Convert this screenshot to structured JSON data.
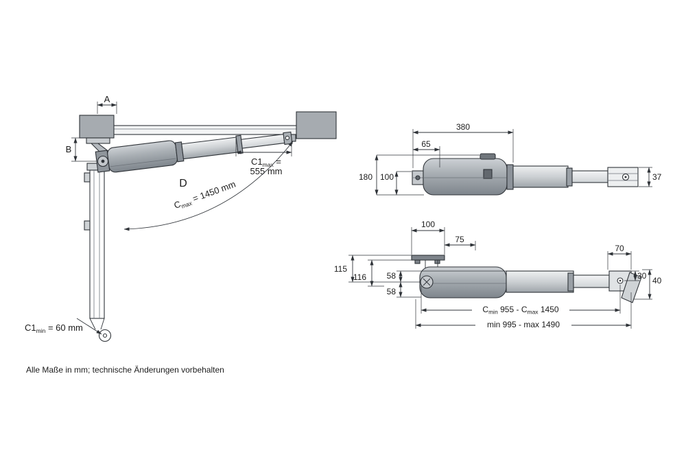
{
  "page": {
    "background": "#ffffff",
    "line_color": "#2f3338",
    "metal_color": "#a6abb0"
  },
  "footer": {
    "note": "Alle Maße in mm; technische Änderungen vorbehalten"
  },
  "side_view": {
    "dim_a": "A",
    "dim_b": "B",
    "dim_d": "D",
    "c1max_main": "C1",
    "c1max_sub": "max",
    "c1max_eq": " =",
    "c1max_value": "555 mm",
    "cmax_main": "C",
    "cmax_sub": "max",
    "cmax_rest": " = 1450 mm",
    "c1min_main": "C1",
    "c1min_sub": "min",
    "c1min_rest": " = 60 mm"
  },
  "top_view": {
    "d380": "380",
    "d65": "65",
    "d180": "180",
    "d100": "100",
    "d37": "37"
  },
  "bottom_view": {
    "d100": "100",
    "d75": "75",
    "d115": "115",
    "d116": "116",
    "d58_upper": "58",
    "d58_lower": "58",
    "d70": "70",
    "d30": "30",
    "d40": "40",
    "c_range_main1": "C",
    "c_range_sub1": "min",
    "c_range_mid": " 955 - C",
    "c_range_sub2": "max",
    "c_range_end": " 1450",
    "total_range": "min 995 - max 1490"
  }
}
